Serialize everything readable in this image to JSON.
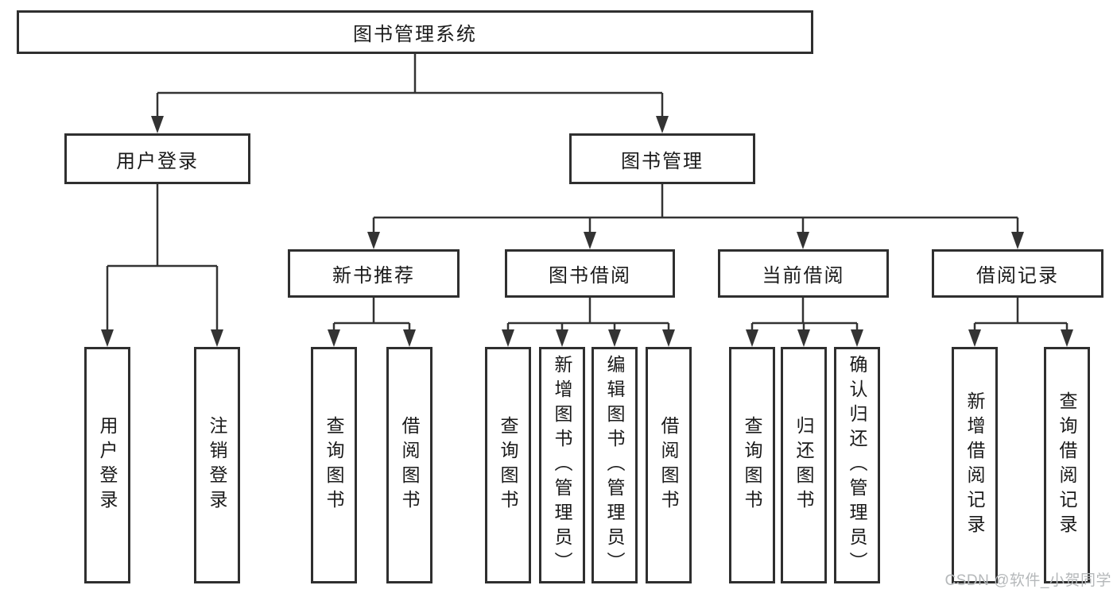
{
  "colors": {
    "line": "#333333",
    "box_border": "#2f2f2f",
    "box_fill": "#ffffff",
    "text": "#1a1a1a",
    "watermark_text_color": "#b5b8ba",
    "background": "#ffffff"
  },
  "watermark": {
    "text": "CSDN @软件_小贺同学"
  },
  "tree": {
    "root": {
      "label": "图书管理系统",
      "children": [
        {
          "label": "用户登录",
          "children": [
            {
              "label": "用户登录"
            },
            {
              "label": "注销登录"
            }
          ]
        },
        {
          "label": "图书管理",
          "children": [
            {
              "label": "新书推荐",
              "children": [
                {
                  "label": "查询图书"
                },
                {
                  "label": "借阅图书"
                }
              ]
            },
            {
              "label": "图书借阅",
              "children": [
                {
                  "label": "查询图书"
                },
                {
                  "label": "新增图书（管理员）"
                },
                {
                  "label": "编辑图书（管理员）"
                },
                {
                  "label": "借阅图书"
                }
              ]
            },
            {
              "label": "当前借阅",
              "children": [
                {
                  "label": "查询图书"
                },
                {
                  "label": "归还图书"
                },
                {
                  "label": "确认归还（管理员）"
                }
              ]
            },
            {
              "label": "借阅记录",
              "children": [
                {
                  "label": "新增借阅记录"
                },
                {
                  "label": "查询借阅记录"
                }
              ]
            }
          ]
        }
      ]
    }
  }
}
